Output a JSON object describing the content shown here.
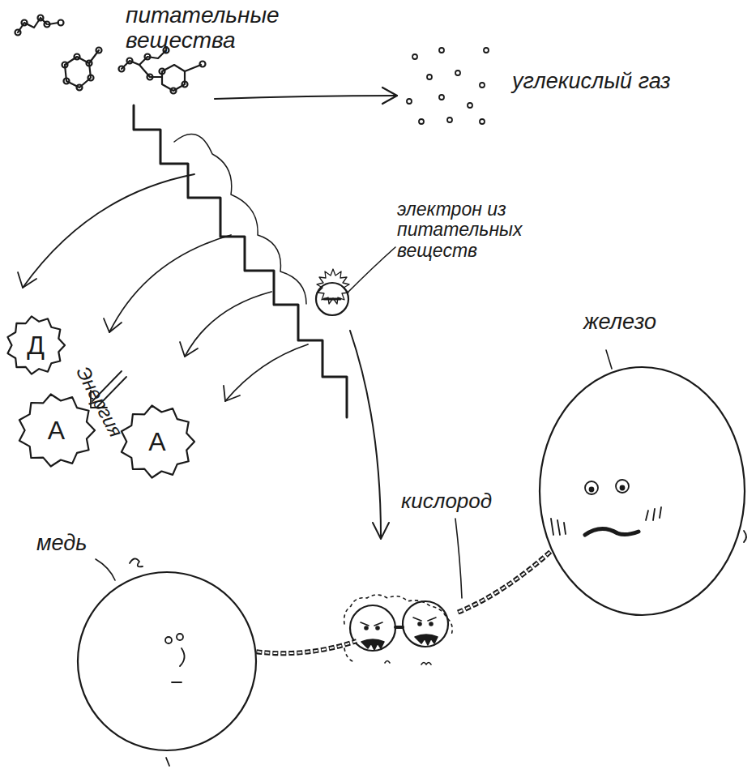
{
  "diagram": {
    "nodes": [
      {
        "text": [
          "Д"
        ]
      },
      {
        "text": [
          "А"
        ]
      },
      {
        "text": [
          "А"
        ]
      },
      {
        "text": [
          "медь"
        ]
      },
      {
        "text": [
          "кислород"
        ]
      },
      {
        "text": [
          "железо"
        ]
      }
    ],
    "edges": [
      {
        "from": 3,
        "to": 4,
        "arrow": "none"
      },
      {
        "from": 4,
        "to": 5,
        "arrow": "none"
      }
    ],
    "labels": [
      "питательные вещества",
      "углекислый газ",
      "электрон из питательных веществ",
      "Энергия"
    ]
  }
}
